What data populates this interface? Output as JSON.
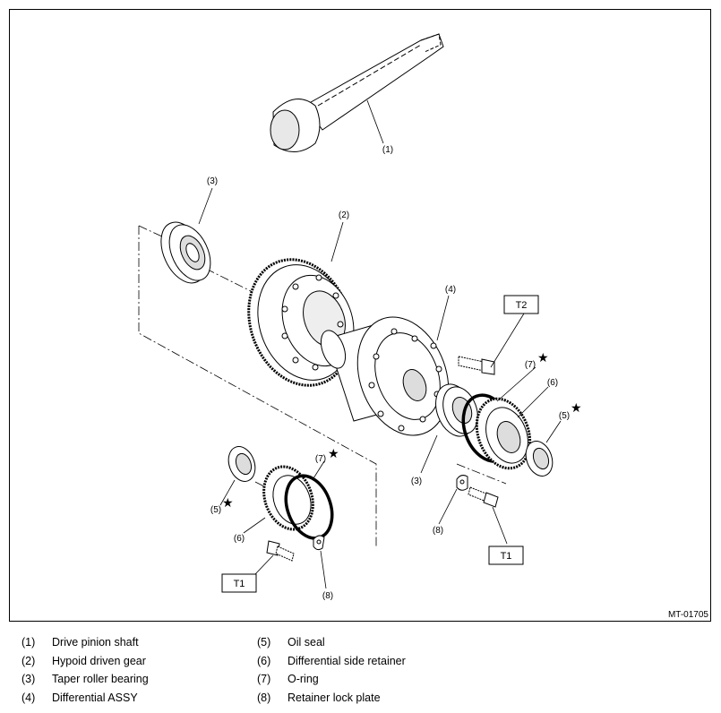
{
  "figure_id": "MT-01705",
  "callouts": {
    "c1": "(1)",
    "c2": "(2)",
    "c3a": "(3)",
    "c3b": "(3)",
    "c4": "(4)",
    "c5a": "(5)",
    "c5b": "(5)",
    "c6a": "(6)",
    "c6b": "(6)",
    "c7a": "(7)",
    "c7b": "(7)",
    "c8a": "(8)",
    "c8b": "(8)"
  },
  "torque_labels": {
    "t2": "T2",
    "t1_right": "T1",
    "t1_left": "T1"
  },
  "star_symbol": "★",
  "legend": {
    "left": [
      {
        "num": "(1)",
        "name": "Drive pinion shaft"
      },
      {
        "num": "(2)",
        "name": "Hypoid driven gear"
      },
      {
        "num": "(3)",
        "name": "Taper roller bearing"
      },
      {
        "num": "(4)",
        "name": "Differential ASSY"
      }
    ],
    "right": [
      {
        "num": "(5)",
        "name": "Oil seal"
      },
      {
        "num": "(6)",
        "name": "Differential side retainer"
      },
      {
        "num": "(7)",
        "name": "O-ring"
      },
      {
        "num": "(8)",
        "name": "Retainer lock plate"
      }
    ]
  }
}
